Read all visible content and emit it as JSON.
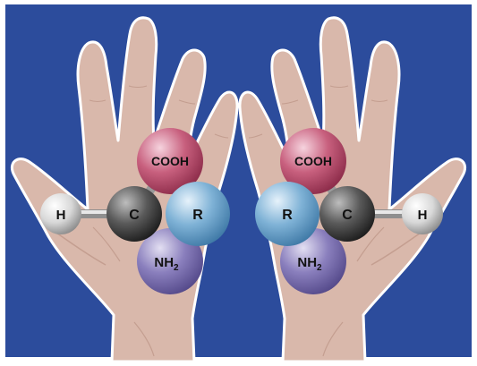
{
  "colors": {
    "background": "#2c4c9c",
    "frame": "#ffffff",
    "skin": "#d9b8ab",
    "skin_outline": "#ffffff",
    "crease": "#c49e90",
    "bond": "#cfcfcf",
    "atom_h": "#d8d8d8",
    "atom_c": "#5a5a5a",
    "atom_r": "#7fb2d6",
    "atom_cooh": "#c8607e",
    "atom_nh2": "#8a7fbd",
    "label": "#111111"
  },
  "left_molecule": {
    "cooh": "COOH",
    "h": "H",
    "c": "C",
    "r": "R",
    "nh2_main": "NH",
    "nh2_sub": "2"
  },
  "right_molecule": {
    "cooh": "COOH",
    "h": "H",
    "c": "C",
    "r": "R",
    "nh2_main": "NH",
    "nh2_sub": "2"
  }
}
